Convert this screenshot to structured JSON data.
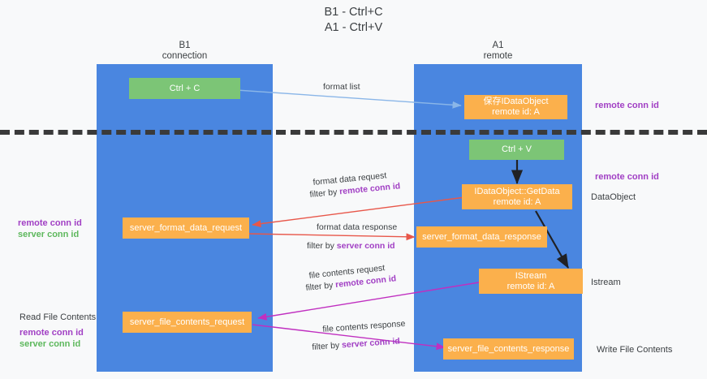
{
  "title": "B1 - Ctrl+C\nA1 - Ctrl+V",
  "columns": {
    "left": {
      "name": "B1",
      "role": "connection",
      "label": "B1\nconnection"
    },
    "right": {
      "name": "A1",
      "role": "remote",
      "label": "A1\nremote"
    }
  },
  "colors": {
    "lane": "#4a86e0",
    "green_box": "#7cc576",
    "orange_box": "#fbb04c",
    "purple_text": "#a13fc4",
    "green_text": "#5db85c",
    "red_arrow": "#e8574a",
    "magenta_arrow": "#c02fc0",
    "blue_arrow": "#8ab6e8",
    "black_arrow": "#202124",
    "background": "#f8f9fa"
  },
  "boxes": {
    "ctrl_c": "Ctrl + C",
    "save_idataobject": "保存IDataObject\nremote id: A",
    "ctrl_v": "Ctrl + V",
    "getdata": "IDataObject::GetData\nremote id: A",
    "server_format_data_request": "server_format_data_request",
    "server_format_data_response": "server_format_data_response",
    "istream": "IStream\nremote id: A",
    "server_file_contents_request": "server_file_contents_request",
    "server_file_contents_response": "server_file_contents_response"
  },
  "edge_labels": {
    "format_list": "format list",
    "format_data_request": "format data request",
    "format_data_request_filter_prefix": "filter by ",
    "format_data_request_filter_key": "remote conn id",
    "format_data_response": "format data response",
    "format_data_response_filter_prefix": "filter by ",
    "format_data_response_filter_key": "server conn id",
    "file_contents_request": "file contents request",
    "file_contents_request_filter_prefix": "filter by ",
    "file_contents_request_filter_key": "remote conn id",
    "file_contents_response": "file contents response",
    "file_contents_response_filter_prefix": "filter by ",
    "file_contents_response_filter_key": "server conn id"
  },
  "annotations": {
    "right_remote_conn_id_top": "remote conn id",
    "right_remote_conn_id_mid": "remote conn id",
    "right_dataobject": "DataObject",
    "right_istream": "Istream",
    "right_write_file_contents": "Write File Contents",
    "left_remote_conn_id": "remote conn id",
    "left_server_conn_id": "server conn id",
    "left_read_file_contents": "Read File Contents",
    "left_remote_conn_id_2": "remote conn id",
    "left_server_conn_id_2": "server conn id"
  }
}
